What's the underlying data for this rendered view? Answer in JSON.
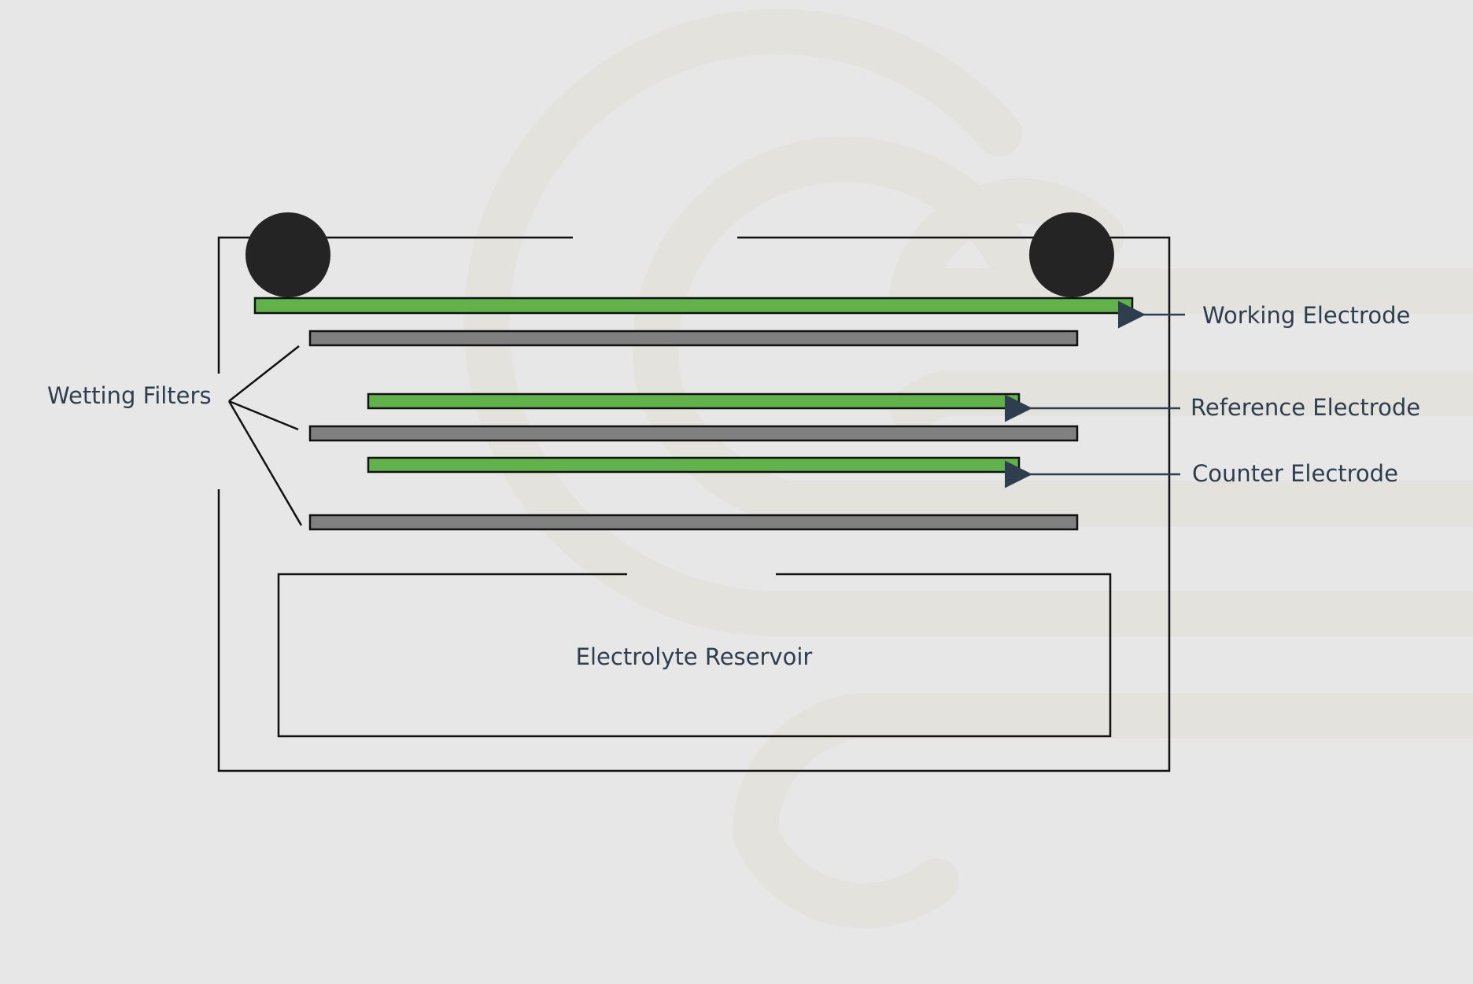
{
  "diagram": {
    "labels": {
      "wetting_filters": "Wetting Filters",
      "working_electrode": "Working Electrode",
      "reference_electrode": "Reference Electrode",
      "counter_electrode": "Counter Electrode",
      "electrolyte_reservoir": "Electrolyte Reservoir"
    },
    "colors": {
      "background": "#e7e7e8",
      "electrode": "#62b24b",
      "filter": "#808080",
      "contact": "#242424",
      "outline": "#111111",
      "label_text": "#2e3e4e",
      "watermark": "#e3e2de"
    },
    "icons": {
      "watermark": "logo-watermark-icon",
      "contacts": "contact-terminal-icon",
      "arrows": "arrow-left-icon"
    }
  }
}
